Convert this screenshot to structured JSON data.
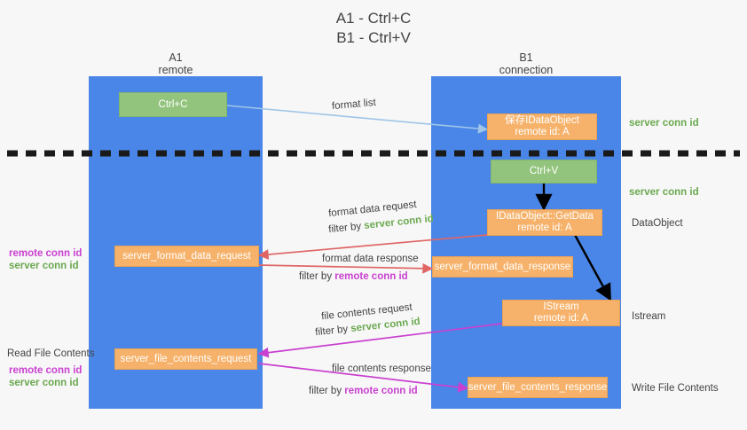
{
  "title": {
    "line1": "A1 - Ctrl+C",
    "line2": "B1 - Ctrl+V"
  },
  "columns": [
    {
      "name": "A1",
      "sub": "remote"
    },
    {
      "name": "B1",
      "sub": "connection"
    }
  ],
  "nodes": {
    "ctrl_c": {
      "line1": "Ctrl+C"
    },
    "store_dataobject": {
      "line1": "保存IDataObject",
      "line2": "remote id: A"
    },
    "ctrl_v": {
      "line1": "Ctrl+V"
    },
    "getdata": {
      "line1": "IDataObject::GetData",
      "line2": "remote id: A"
    },
    "server_format_data_request": {
      "line1": "server_format_data_request"
    },
    "server_format_data_response": {
      "line1": "server_format_data_response"
    },
    "istream": {
      "line1": "IStream",
      "line2": "remote id: A"
    },
    "server_file_contents_request": {
      "line1": "server_file_contents_request"
    },
    "server_file_contents_response": {
      "line1": "server_file_contents_response"
    }
  },
  "edge_labels": {
    "format_list": "format list",
    "format_data_request": "format data request",
    "format_data_request_filter_prefix": "filter by ",
    "format_data_request_filter_key": "server conn id",
    "format_data_response": "format data response",
    "format_data_response_filter_prefix": "filter by ",
    "format_data_response_filter_key": "remote conn id",
    "file_contents_request": "file contents request",
    "file_contents_request_filter_prefix": "filter by ",
    "file_contents_request_filter_key": "server conn id",
    "file_contents_response": "file contents response",
    "file_contents_response_filter_prefix": "filter by ",
    "file_contents_response_filter_key": "remote conn id"
  },
  "side_labels": {
    "left_mid_remote": "remote conn id",
    "left_mid_server": "server conn id",
    "left_read_file_contents": "Read File Contents",
    "left_low_remote": "remote conn id",
    "left_low_server": "server conn id",
    "right_server_conn_top": "server conn id",
    "right_server_conn_mid": "server conn id",
    "right_dataobject": "DataObject",
    "right_istream": "Istream",
    "right_write_file_contents": "Write File Contents"
  },
  "colors": {
    "lane": "#4a86e8",
    "orange": "#f6b26b",
    "green": "#93c47d",
    "green_text": "#6aa84f",
    "magenta_text": "#c940d0",
    "light_blue_arrow": "#9fc5e8",
    "red_arrow": "#e06666",
    "magenta_arrow": "#c940d0",
    "black": "#000000",
    "background": "#f7f7f7"
  }
}
